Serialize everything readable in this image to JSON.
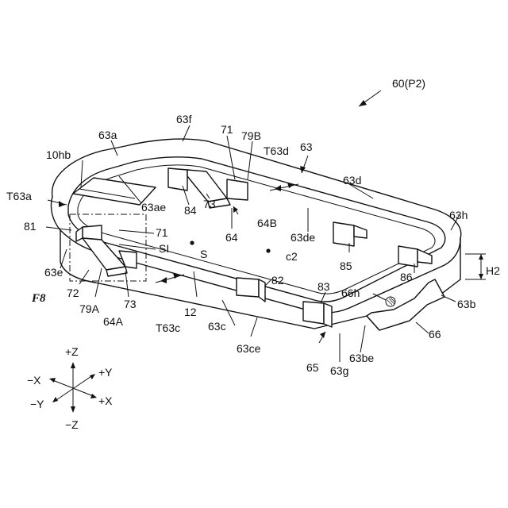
{
  "figure": {
    "labels": [
      {
        "id": "60p2",
        "text": "60(P2)"
      },
      {
        "id": "63f",
        "text": "63f"
      },
      {
        "id": "63a",
        "text": "63a"
      },
      {
        "id": "71a",
        "text": "71"
      },
      {
        "id": "79b",
        "text": "79B"
      },
      {
        "id": "t63d",
        "text": "T63d"
      },
      {
        "id": "63",
        "text": "63"
      },
      {
        "id": "10hb",
        "text": "10hb"
      },
      {
        "id": "63d",
        "text": "63d"
      },
      {
        "id": "t63a",
        "text": "T63a"
      },
      {
        "id": "63ae",
        "text": "63ae"
      },
      {
        "id": "84",
        "text": "84"
      },
      {
        "id": "73a",
        "text": "73"
      },
      {
        "id": "64b",
        "text": "64B"
      },
      {
        "id": "63h",
        "text": "63h"
      },
      {
        "id": "81",
        "text": "81"
      },
      {
        "id": "71b",
        "text": "71"
      },
      {
        "id": "64",
        "text": "64"
      },
      {
        "id": "63de",
        "text": "63de"
      },
      {
        "id": "si",
        "text": "SI"
      },
      {
        "id": "s",
        "text": "S"
      },
      {
        "id": "c2",
        "text": "c2"
      },
      {
        "id": "63e",
        "text": "63e"
      },
      {
        "id": "85",
        "text": "85"
      },
      {
        "id": "h2",
        "text": "H2"
      },
      {
        "id": "86",
        "text": "86"
      },
      {
        "id": "f8",
        "text": "F8"
      },
      {
        "id": "72",
        "text": "72"
      },
      {
        "id": "82",
        "text": "82"
      },
      {
        "id": "79a",
        "text": "79A"
      },
      {
        "id": "73b",
        "text": "73"
      },
      {
        "id": "66h",
        "text": "66h"
      },
      {
        "id": "83",
        "text": "83"
      },
      {
        "id": "63b",
        "text": "63b"
      },
      {
        "id": "64a",
        "text": "64A"
      },
      {
        "id": "12",
        "text": "12"
      },
      {
        "id": "t63c",
        "text": "T63c"
      },
      {
        "id": "63c",
        "text": "63c"
      },
      {
        "id": "66",
        "text": "66"
      },
      {
        "id": "63ce",
        "text": "63ce"
      },
      {
        "id": "63be",
        "text": "63be"
      },
      {
        "id": "65",
        "text": "65"
      },
      {
        "id": "63g",
        "text": "63g"
      }
    ],
    "axes": {
      "pz": "+Z",
      "nz": "−Z",
      "px": "+X",
      "nx": "−X",
      "py": "+Y",
      "ny": "−Y"
    }
  }
}
